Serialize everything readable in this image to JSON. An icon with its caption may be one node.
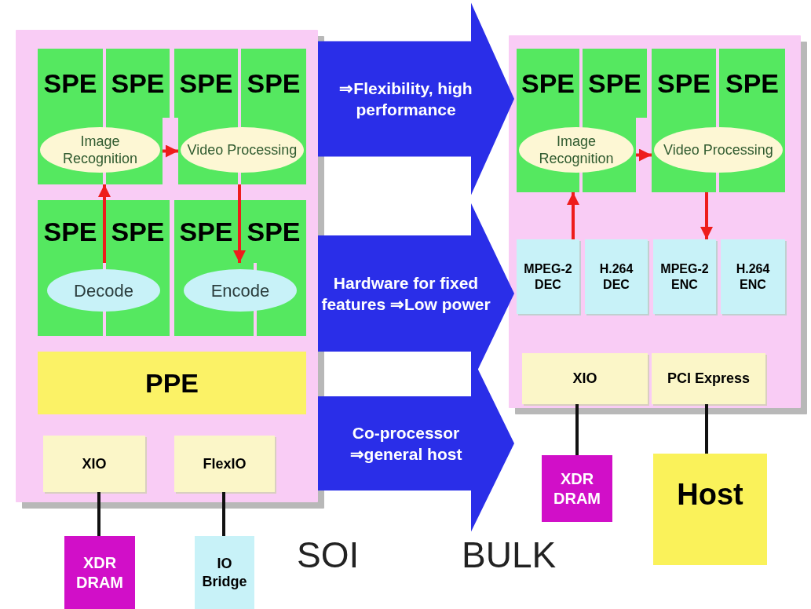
{
  "diagram": {
    "nodes": [
      {
        "text": [],
        "shape": "box"
      },
      {
        "text": [
          "SPE"
        ],
        "in": 0
      },
      {
        "text": [
          "SPE"
        ],
        "in": 0
      },
      {
        "text": [
          "SPE"
        ],
        "in": 0
      },
      {
        "text": [
          "SPE"
        ],
        "in": 0
      },
      {
        "text": [
          "Image Recognition"
        ],
        "in": 0
      },
      {
        "text": [
          "Video Processing"
        ],
        "in": 0
      },
      {
        "text": [
          "SPE"
        ],
        "in": 0
      },
      {
        "text": [
          "SPE"
        ],
        "in": 0
      },
      {
        "text": [
          "SPE"
        ],
        "in": 0
      },
      {
        "text": [
          "SPE"
        ],
        "in": 0
      },
      {
        "text": [
          "Decode"
        ],
        "in": 0
      },
      {
        "text": [
          "Encode"
        ],
        "in": 0
      },
      {
        "text": [
          "PPE"
        ],
        "in": 0
      },
      {
        "text": [
          "XIO"
        ],
        "in": 0
      },
      {
        "text": [
          "FlexIO"
        ],
        "in": 0
      },
      {
        "text": [
          "XDR DRAM"
        ]
      },
      {
        "text": [
          "IO Bridge"
        ]
      },
      {
        "text": [],
        "shape": "box"
      },
      {
        "text": [
          "SPE"
        ],
        "in": 18
      },
      {
        "text": [
          "SPE"
        ],
        "in": 18
      },
      {
        "text": [
          "SPE"
        ],
        "in": 18
      },
      {
        "text": [
          "SPE"
        ],
        "in": 18
      },
      {
        "text": [
          "Image Recognition"
        ],
        "in": 18
      },
      {
        "text": [
          "Video Processing"
        ],
        "in": 18
      },
      {
        "text": [
          "MPEG-2 DEC"
        ],
        "in": 18
      },
      {
        "text": [
          "H.264 DEC"
        ],
        "in": 18
      },
      {
        "text": [
          "MPEG-2 ENC"
        ],
        "in": 18
      },
      {
        "text": [
          "H.264 ENC"
        ],
        "in": 18
      },
      {
        "text": [
          "XIO"
        ],
        "in": 18
      },
      {
        "text": [
          "PCI Express"
        ],
        "in": 18
      },
      {
        "text": [
          "XDR DRAM"
        ]
      },
      {
        "text": [
          "Host"
        ]
      }
    ],
    "edges": [
      {
        "from": 5,
        "to": 6,
        "arrow": "to"
      },
      {
        "from": 11,
        "to": 5,
        "arrow": "to"
      },
      {
        "from": 6,
        "to": 12,
        "arrow": "to"
      },
      {
        "from": 14,
        "to": 16,
        "arrow": "none",
        "color": "#111111"
      },
      {
        "from": 15,
        "to": 17,
        "arrow": "none",
        "color": "#111111"
      },
      {
        "from": 23,
        "to": 24,
        "arrow": "to"
      },
      {
        "from": 25,
        "to": 23,
        "arrow": "to"
      },
      {
        "from": 24,
        "to": 27,
        "arrow": "to"
      },
      {
        "from": 29,
        "to": 31,
        "arrow": "none",
        "color": "#111111"
      },
      {
        "from": 30,
        "to": 32,
        "arrow": "none",
        "color": "#111111"
      },
      {
        "from": 0,
        "to": 18,
        "arrow": "to",
        "label": "⇒Flexibility, high performance",
        "style": "thick",
        "color": "#2a2ee8"
      },
      {
        "from": 0,
        "to": 18,
        "arrow": "to",
        "label": "Hardware for fixed features ⇒Low power",
        "style": "thick",
        "color": "#2a2ee8"
      },
      {
        "from": 0,
        "to": null,
        "arrow": "to",
        "label": "Co-processor ⇒general host",
        "style": "thick",
        "color": "#2a2ee8"
      }
    ],
    "labels": [
      "SOI",
      "BULK"
    ]
  }
}
